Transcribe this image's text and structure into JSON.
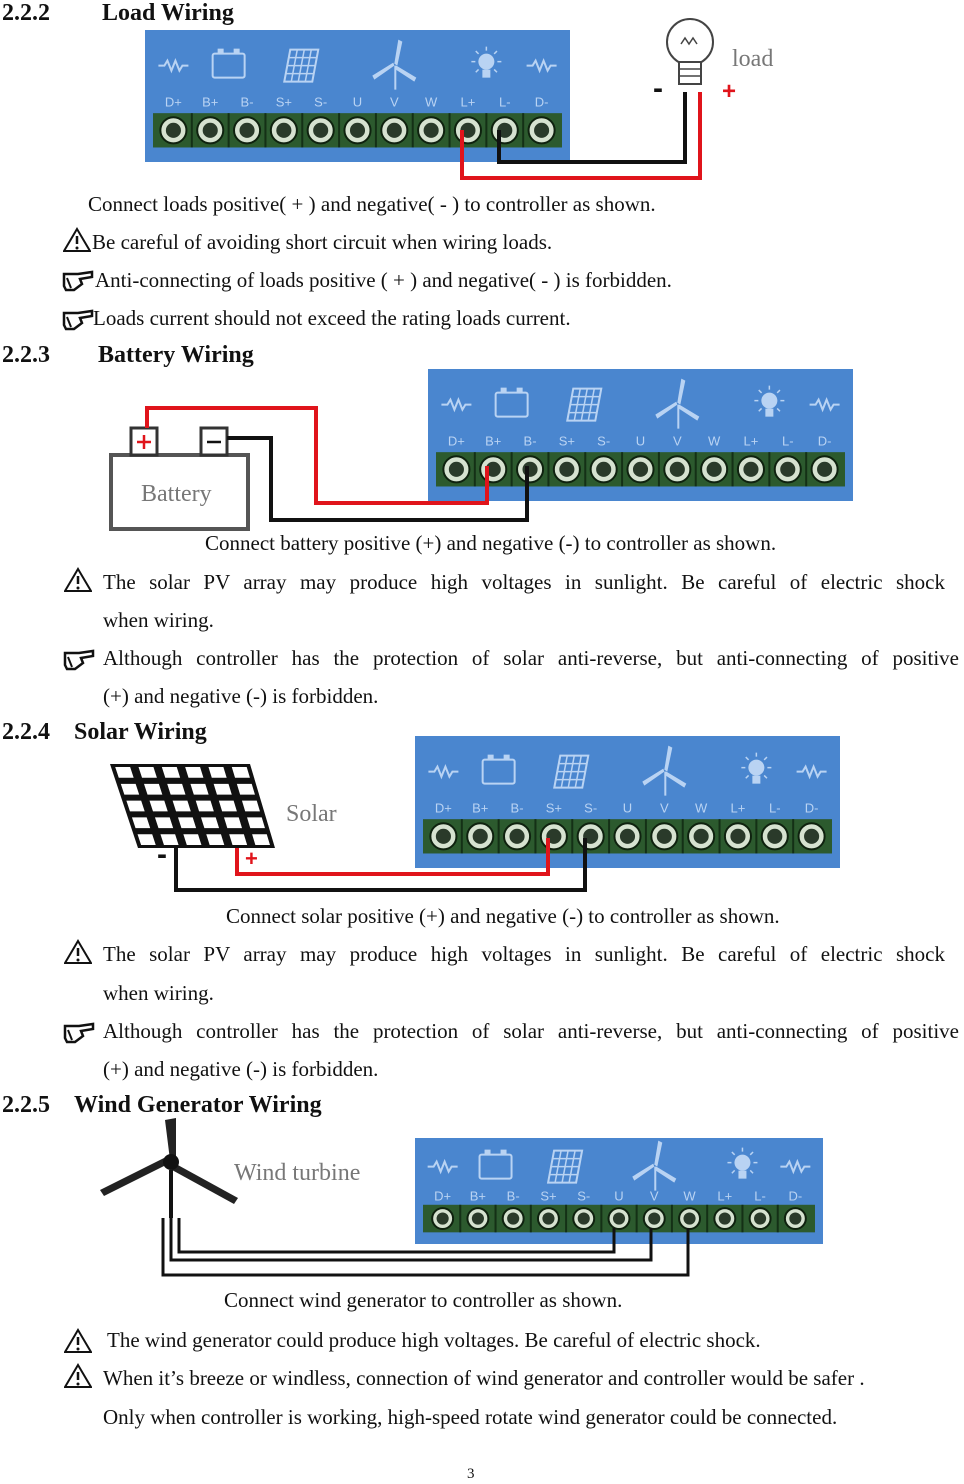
{
  "terminal_labels": [
    "D+",
    "B+",
    "B-",
    "S+",
    "S-",
    "U",
    "V",
    "W",
    "L+",
    "L-",
    "D-"
  ],
  "sections": {
    "load": {
      "number": "2.2.2",
      "title": "Load Wiring",
      "diagram_label": "load",
      "minus_sign": "-",
      "plus_sign": "+",
      "caption": "Connect loads positive( + ) and negative( - ) to controller as shown.",
      "notes": [
        "Be careful of avoiding short circuit when wiring loads.",
        "Anti-connecting of loads positive ( + ) and negative( - ) is forbidden.",
        "Loads current should not exceed the rating loads current."
      ]
    },
    "battery": {
      "number": "2.2.3",
      "title": "Battery Wiring",
      "diagram_label": "Battery",
      "caption": "Connect battery positive (+) and negative (-) to controller as shown.",
      "warning_line1": "The solar PV array may produce high voltages in sunlight. Be careful of electric shock",
      "warning_line2": "when wiring.",
      "note_line1": "Although controller has the protection of solar anti-reverse, but anti-connecting of positive",
      "note_line2": "(+) and negative (-) is forbidden."
    },
    "solar": {
      "number": "2.2.4",
      "title": "Solar Wiring",
      "diagram_label": "Solar",
      "minus_sign": "-",
      "plus_sign": "+",
      "caption": "Connect solar positive (+) and negative (-) to controller as shown.",
      "warning_line1": "The solar PV array may produce high voltages in sunlight. Be careful of electric shock",
      "warning_line2": "when wiring.",
      "note_line1": "Although controller has the protection of solar anti-reverse, but anti-connecting of positive",
      "note_line2": "(+) and negative (-) is forbidden."
    },
    "wind": {
      "number": "2.2.5",
      "title": "Wind Generator Wiring",
      "diagram_label": "Wind turbine",
      "caption": "Connect wind generator to controller as shown.",
      "warning1": "The wind generator could produce high voltages. Be careful of electric shock.",
      "warning2": "When it’s breeze or windless, connection of wind generator and controller would be safer .",
      "warning2_cont": "Only when controller is working, high-speed rotate wind generator could be connected."
    }
  },
  "page_number": "3",
  "colors": {
    "panel": "#4a86cf",
    "terminal_bar": "#2c5a2e",
    "wire_positive": "#e0141b",
    "wire_negative": "#111111"
  },
  "icons": [
    "warning-triangle-icon",
    "pointing-hand-icon",
    "resistor-icon",
    "battery-icon",
    "solar-panel-icon",
    "wind-turbine-icon",
    "light-bulb-icon"
  ]
}
